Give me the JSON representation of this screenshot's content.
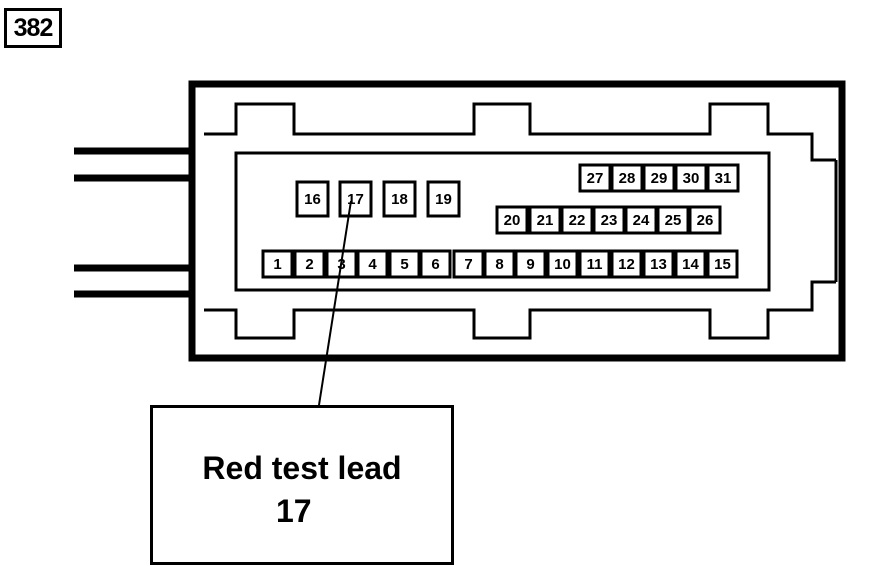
{
  "figure": {
    "label": "382"
  },
  "connector": {
    "upper_pins": [
      "16",
      "17",
      "18",
      "19"
    ],
    "right_top_pins": [
      "27",
      "28",
      "29",
      "30",
      "31"
    ],
    "right_mid_pins": [
      "20",
      "21",
      "22",
      "23",
      "24",
      "25",
      "26"
    ],
    "bottom_pins": [
      "1",
      "2",
      "3",
      "4",
      "5",
      "6",
      "7",
      "8",
      "9",
      "10",
      "11",
      "12",
      "13",
      "14",
      "15"
    ]
  },
  "callout": {
    "line1": "Red test lead",
    "line2": "17",
    "target_pin": "17"
  }
}
